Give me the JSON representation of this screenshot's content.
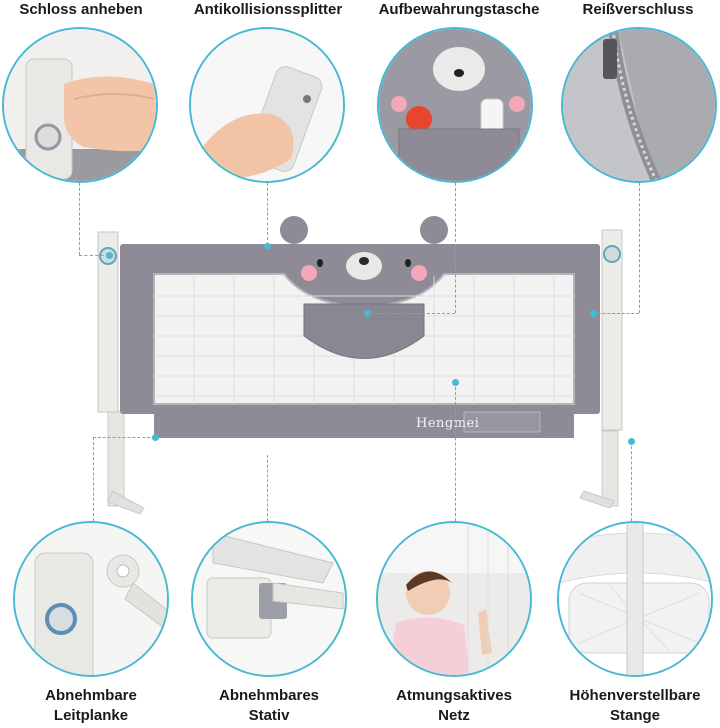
{
  "top_labels": [
    "Schloss anheben",
    "Antikollisionssplitter",
    "Aufbewahrungstasche",
    "Reißverschluss"
  ],
  "bottom_labels": [
    {
      "line1": "Abnehmbare",
      "line2": "Leitplanke"
    },
    {
      "line1": "Abnehmbares",
      "line2": "Stativ"
    },
    {
      "line1": "Atmungsaktives",
      "line2": "Netz"
    },
    {
      "line1": "Höhenverstellbare",
      "line2": "Stange"
    }
  ],
  "brand": "Hengmei",
  "colors": {
    "accent": "#47b9d2",
    "fabric": "#8f8b96",
    "frame": "#e8e8e6",
    "pink": "#f4a7b9"
  }
}
